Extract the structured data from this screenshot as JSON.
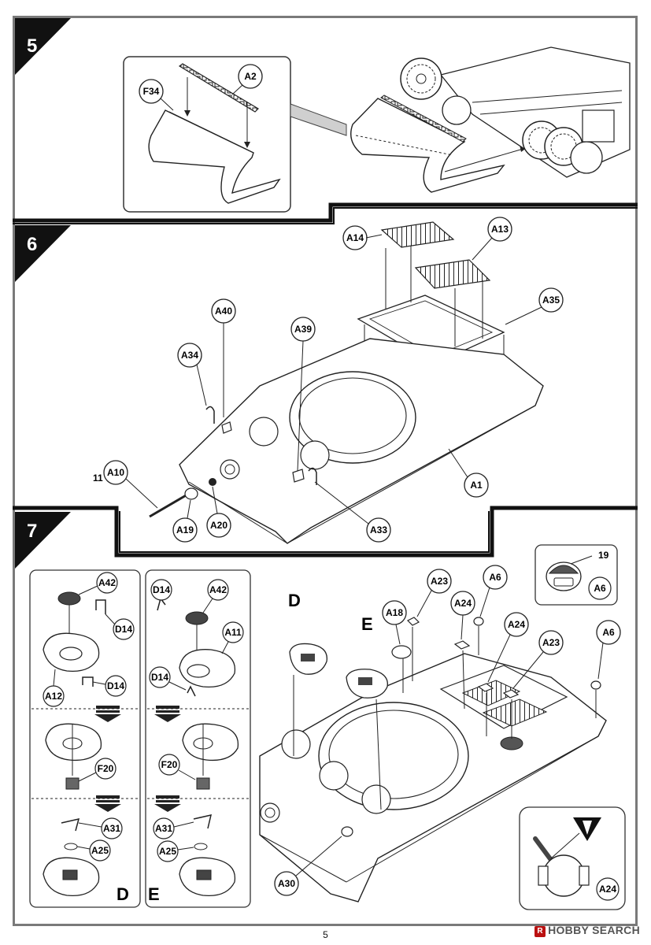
{
  "steps": {
    "s5": {
      "number": "5"
    },
    "s6": {
      "number": "6"
    },
    "s7": {
      "number": "7"
    }
  },
  "step5": {
    "callouts": {
      "f34": "F34",
      "a2": "A2"
    }
  },
  "step6": {
    "callouts": {
      "a14": "A14",
      "a13": "A13",
      "a35": "A35",
      "a40": "A40",
      "a39": "A39",
      "a34": "A34",
      "a10": "A10",
      "a19": "A19",
      "a20": "A20",
      "a33": "A33",
      "a1": "A1"
    },
    "quantity_note": "11"
  },
  "step7": {
    "sub_d": {
      "title": "D",
      "callouts": {
        "a42": "A42",
        "d14a": "D14",
        "a12": "A12",
        "d14b": "D14",
        "f20": "F20",
        "a31": "A31",
        "a25": "A25"
      }
    },
    "sub_e": {
      "title": "E",
      "callouts": {
        "d14a": "D14",
        "a42": "A42",
        "a11": "A11",
        "d14b": "D14",
        "f20": "F20",
        "a31": "A31",
        "a25": "A25"
      }
    },
    "main": {
      "label_d": "D",
      "label_e": "E",
      "callouts": {
        "a18": "A18",
        "a23a": "A23",
        "a6a": "A6",
        "a24a": "A24",
        "a24b": "A24",
        "a23b": "A23",
        "a6b": "A6",
        "a30": "A30"
      }
    },
    "inset_top": {
      "number_note": "19",
      "callout": "A6"
    },
    "inset_bottom": {
      "callout": "A24"
    }
  },
  "footer": {
    "page_number": "5",
    "watermark": "HOBBY SEARCH",
    "watermark_mark": "R"
  }
}
